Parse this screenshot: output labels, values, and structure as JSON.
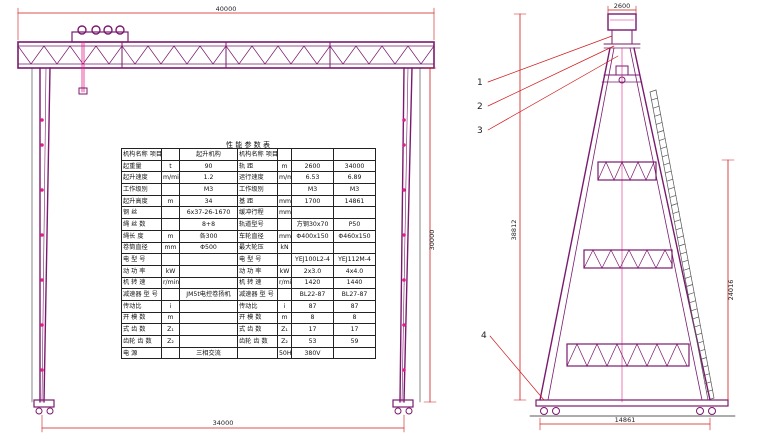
{
  "dimensions": {
    "top_span": "40000",
    "bottom_span": "34000",
    "column_height": "30000",
    "side_top": "2600",
    "side_total_height": "38812",
    "side_partial_height": "24016",
    "side_base": "14861"
  },
  "callouts": [
    "1",
    "2",
    "3",
    "4"
  ],
  "table": {
    "title": "性 能 参 数 表",
    "rows": [
      [
        "机构名称 项目",
        "",
        "起升机构",
        "机构名称 项目",
        "",
        "",
        ""
      ],
      [
        "起重量",
        "t",
        "90",
        "轨  距",
        "m",
        "2600",
        "34000"
      ],
      [
        "起升速度",
        "m/min",
        "1.2",
        "运行速度",
        "m/min",
        "6.53",
        "6.89"
      ],
      [
        "工作级别",
        "",
        "M3",
        "工作级别",
        "",
        "M3",
        "M3"
      ],
      [
        "起升高度",
        "m",
        "34",
        "基  距",
        "mm",
        "1700",
        "14861"
      ],
      [
        "钢  丝",
        "",
        "6x37-26-1670",
        "缓冲行程",
        "mm",
        "",
        ""
      ],
      [
        "绳 丝  数",
        "",
        "8+8",
        "轨道型号",
        "",
        "方钢30x70",
        "P50"
      ],
      [
        "绳长 度",
        "m",
        "各300",
        "车轮直径",
        "mm",
        "Φ400x150",
        "Φ460x150"
      ],
      [
        "卷筒直径",
        "mm",
        "Φ500",
        "最大轮压",
        "kN",
        "",
        ""
      ],
      [
        "电 型  号",
        "",
        "",
        "电 型  号",
        "",
        "YEJ100L2-4",
        "YEJ112M-4"
      ],
      [
        "动 功  率",
        "kW",
        "",
        "动 功  率",
        "kW",
        "2x3.0",
        "4x4.0"
      ],
      [
        "机 转  速",
        "r/min",
        "",
        "机 转  速",
        "r/min",
        "1420",
        "1440"
      ],
      [
        "减速器 型  号",
        "",
        "JM5t电控卷扬机",
        "减速器 型  号",
        "",
        "BL22-87",
        "BL27-87"
      ],
      [
        "传动比",
        "i",
        "",
        "传动比",
        "i",
        "87",
        "87"
      ],
      [
        "开 模  数",
        "m",
        "",
        "开 模  数",
        "m",
        "8",
        "8"
      ],
      [
        "式 齿  数",
        "Z₁",
        "",
        "式 齿  数",
        "Z₁",
        "17",
        "17"
      ],
      [
        "齿轮 齿  数",
        "Z₂",
        "",
        "齿轮 齿  数",
        "Z₂",
        "53",
        "59"
      ],
      [
        "电  源",
        "",
        "三相交流",
        "",
        "50Hz",
        "380V",
        ""
      ]
    ]
  },
  "colors": {
    "structure": "#7a1a6e",
    "accent": "#e0208a",
    "dim_line": "#d01818",
    "outline": "#2a2a2a",
    "table_line": "#222222"
  }
}
